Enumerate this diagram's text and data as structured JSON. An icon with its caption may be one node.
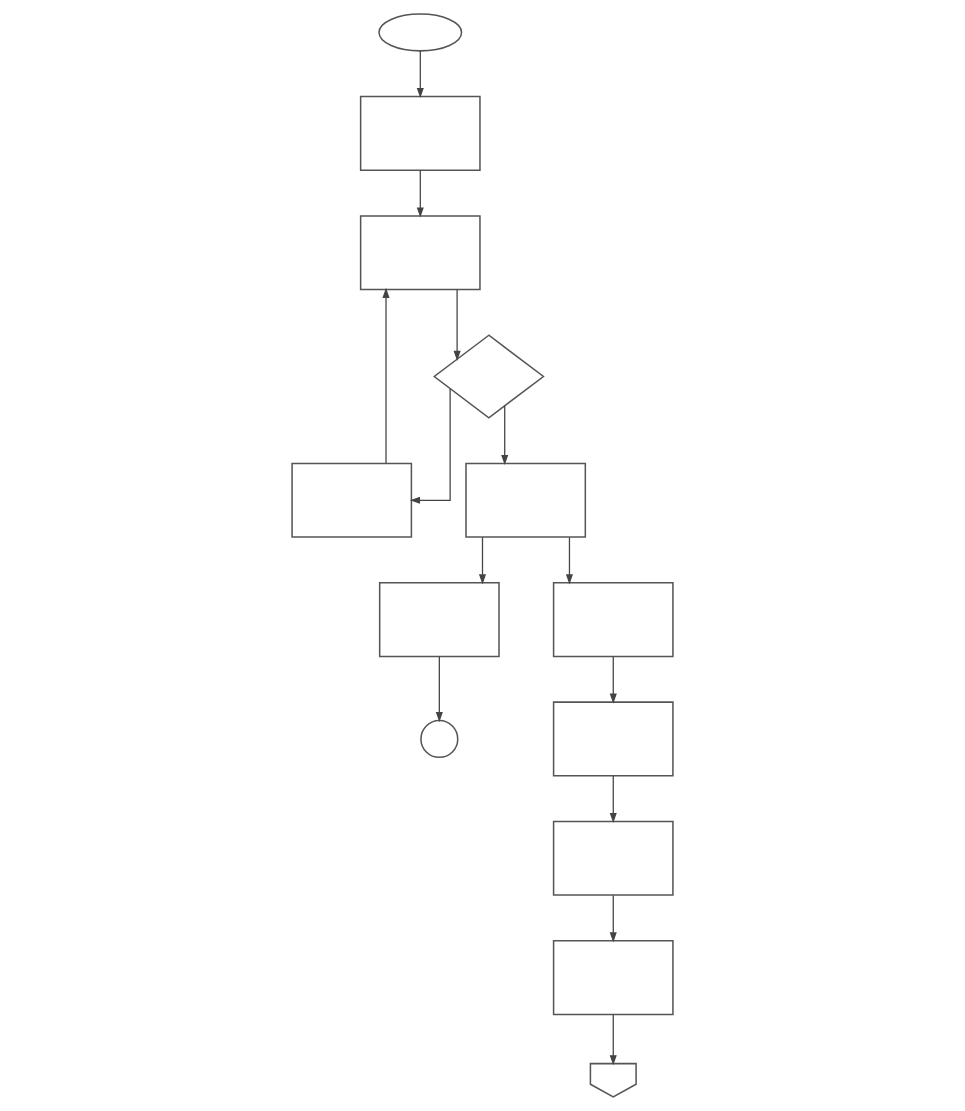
{
  "diagram": {
    "nodes": [
      {
        "text": [],
        "shape": "oval"
      },
      {
        "text": [],
        "shape": "box"
      },
      {
        "text": [],
        "shape": "box"
      },
      {
        "text": [],
        "shape": "diamond"
      },
      {
        "text": [],
        "shape": "box"
      },
      {
        "text": [],
        "shape": "box"
      },
      {
        "text": [],
        "shape": "box"
      },
      {
        "text": [],
        "shape": "circle"
      },
      {
        "text": [],
        "shape": "box"
      },
      {
        "text": [],
        "shape": "box"
      },
      {
        "text": [],
        "shape": "box"
      },
      {
        "text": [],
        "shape": "box"
      },
      {
        "text": [],
        "shape": "pentagon"
      }
    ],
    "edges": [
      {
        "from": 0,
        "to": 1,
        "arrow": "to"
      },
      {
        "from": 1,
        "to": 2,
        "arrow": "to"
      },
      {
        "from": 2,
        "to": 3,
        "arrow": "to"
      },
      {
        "from": 3,
        "to": 4,
        "arrow": "to"
      },
      {
        "from": 3,
        "to": 5,
        "arrow": "to"
      },
      {
        "from": 4,
        "to": 2,
        "arrow": "to"
      },
      {
        "from": 5,
        "to": 6,
        "arrow": "to"
      },
      {
        "from": 5,
        "to": 8,
        "arrow": "to"
      },
      {
        "from": 6,
        "to": 7,
        "arrow": "to"
      },
      {
        "from": 8,
        "to": 9,
        "arrow": "to"
      },
      {
        "from": 9,
        "to": 10,
        "arrow": "to"
      },
      {
        "from": 10,
        "to": 11,
        "arrow": "to"
      },
      {
        "from": 11,
        "to": 12,
        "arrow": "to"
      }
    ]
  }
}
